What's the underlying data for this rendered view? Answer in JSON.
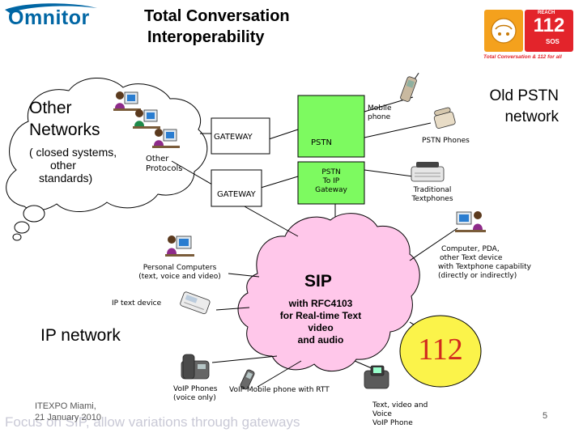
{
  "header": {
    "logo_text": "Omnitor",
    "title_line1": "Total Conversation",
    "title_line2": "Interoperability",
    "badge_top": "REACH",
    "badge_number": "112",
    "badge_sub": "SOS",
    "badge_caption": "Total Conversation & 112 for all"
  },
  "other_networks": {
    "title_line1": "Other",
    "title_line2": "Networks",
    "sub_line1": "( closed systems,",
    "sub_line2": "other",
    "sub_line3": "standards)",
    "protocols_line1": "Other",
    "protocols_line2": "Protocols"
  },
  "gateways": {
    "gateway_upper": "GATEWAY",
    "gateway_lower": "GATEWAY"
  },
  "pstn": {
    "old_line1": "Old PSTN",
    "old_line2": "network",
    "mobile_line1": "Mobile",
    "mobile_line2": "phone",
    "pstn_label": "PSTN",
    "pstn_phones": "PSTN Phones",
    "gateway_line1": "PSTN",
    "gateway_line2": "To IP",
    "gateway_line3": "Gateway",
    "textphones_line1": "Traditional",
    "textphones_line2": "Textphones"
  },
  "sip": {
    "title": "SIP",
    "line1": "with RFC4103",
    "line2": "for Real-time Text",
    "line3": "video",
    "line4": "and audio"
  },
  "devices": {
    "pc_line1": "Personal Computers",
    "pc_line2": "(text, voice and video)",
    "ip_text": "IP text device",
    "pda_line1": "Computer, PDA,",
    "pda_line2": "other Text device",
    "pda_line3": "with Textphone capability",
    "pda_line4": "(directly or indirectly)",
    "voip_line1": "VoIP Phones",
    "voip_line2": "(voice only)",
    "voip_mobile": "VoIP Mobile phone with RTT",
    "tvv_line1": "Text, video and",
    "tvv_line2": "Voice",
    "tvv_line3": "VoIP Phone"
  },
  "ip_network": "IP network",
  "emergency_number": "112",
  "footer": {
    "event_line1": "ITEXPO Miami,",
    "event_line2": "21 January 2010",
    "tagline": "Focus on SIP, allow variations through gateways",
    "page_number": "5"
  },
  "colors": {
    "accent": "#0066a4",
    "orange": "#f4a11d",
    "red": "#e3242b",
    "pstn_green": "#7dfa60",
    "sip_cloud": "#ffc7ea",
    "emergency_circle": "#fbf34a",
    "emergency_text": "#d22a1e"
  }
}
